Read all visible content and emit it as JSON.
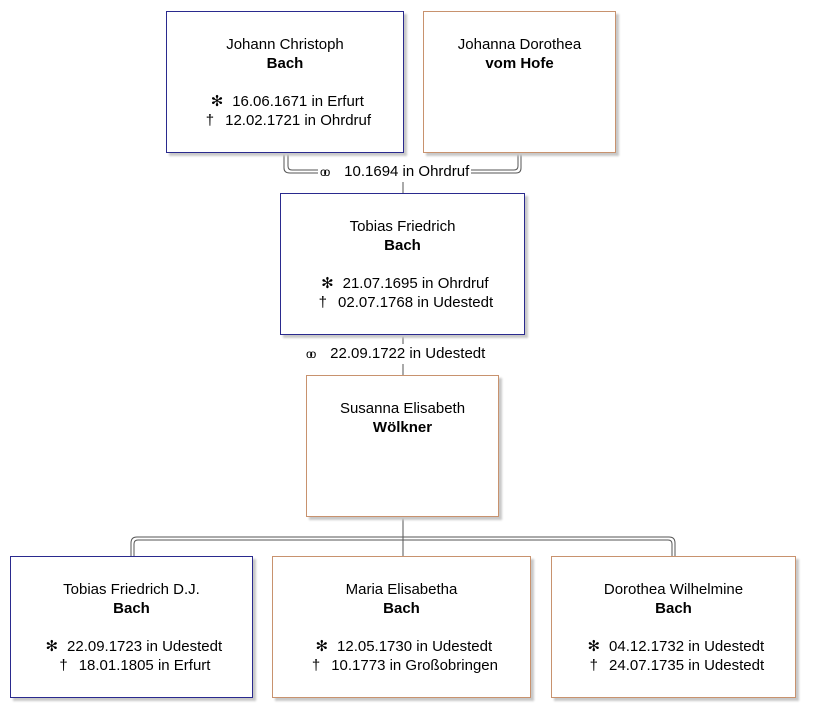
{
  "parents": {
    "father": {
      "first": "Johann Christoph",
      "last": "Bach",
      "birth": "16.06.1671 in Erfurt",
      "death": "12.02.1721 in Ohrdruf"
    },
    "mother": {
      "first": "Johanna Dorothea",
      "last": "vom Hofe"
    },
    "marriage": "10.1694 in Ohrdruf"
  },
  "subject": {
    "first": "Tobias Friedrich",
    "last": "Bach",
    "birth": "21.07.1695 in Ohrdruf",
    "death": "02.07.1768 in Udestedt"
  },
  "marriage": "22.09.1722 in Udestedt",
  "spouse": {
    "first": "Susanna Elisabeth",
    "last": "Wölkner"
  },
  "children": [
    {
      "first": "Tobias Friedrich D.J.",
      "last": "Bach",
      "birth": "22.09.1723 in Udestedt",
      "death": "18.01.1805 in Erfurt",
      "sex": "male"
    },
    {
      "first": "Maria Elisabetha",
      "last": "Bach",
      "birth": "12.05.1730 in Udestedt",
      "death": "10.1773 in Großobringen",
      "sex": "female"
    },
    {
      "first": "Dorothea Wilhelmine",
      "last": "Bach",
      "birth": "04.12.1732 in Udestedt",
      "death": "24.07.1735 in Udestedt",
      "sex": "female"
    }
  ],
  "symbols": {
    "birth": "✻",
    "death": "†",
    "marriage": "oo"
  },
  "colors": {
    "male_border": "#2a2a8e",
    "female_border": "#c8926e"
  }
}
